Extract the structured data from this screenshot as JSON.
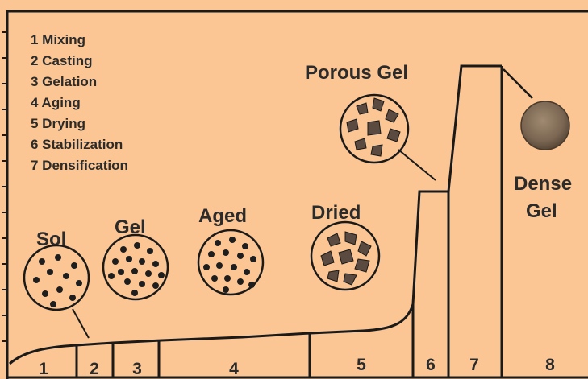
{
  "legend": {
    "items": [
      "1 Mixing",
      "2 Casting",
      "3 Gelation",
      "4 Aging",
      "5 Drying",
      "6 Stabilization",
      "7 Densification"
    ]
  },
  "labels": {
    "sol": "Sol",
    "gel": "Gel",
    "aged": "Aged",
    "dried": "Dried",
    "porous_gel": "Porous Gel",
    "dense_line1": "Dense",
    "dense_line2": "Gel"
  },
  "stages": [
    "1",
    "2",
    "3",
    "4",
    "5",
    "6",
    "7",
    "8"
  ],
  "colors": {
    "background": "#fbc694",
    "ink": "#1a1a1a",
    "particle": "#1e1e1e",
    "fragment": "#5a4a40",
    "dense_sphere": "#7a6652"
  }
}
